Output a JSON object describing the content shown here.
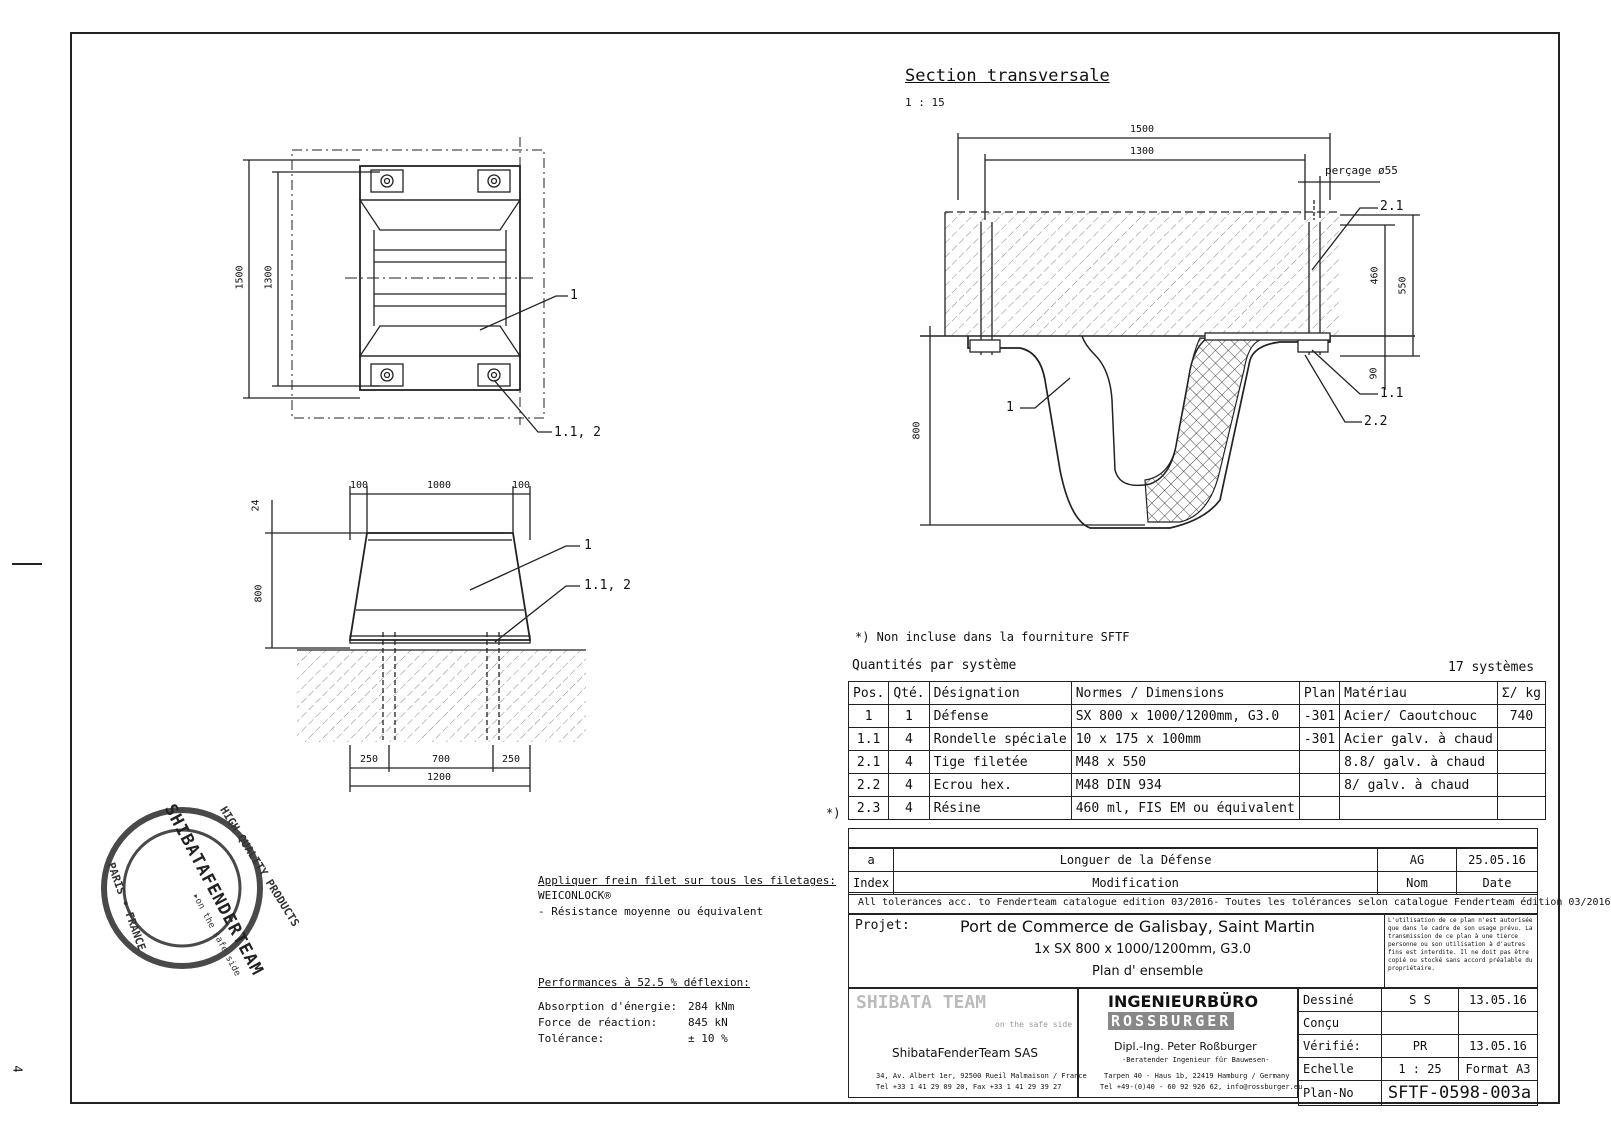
{
  "page_number": "4",
  "section": {
    "title": "Section transversale",
    "scale": "1 : 15",
    "dims": {
      "w1500": "1500",
      "w1300": "1300",
      "percage": "perçage ø55",
      "d460": "460",
      "d550": "550",
      "d90": "90",
      "d800": "800"
    },
    "labels": {
      "p1": "1",
      "p21": "2.1",
      "p11": "1.1",
      "p22": "2.2"
    }
  },
  "plan_view": {
    "d1500": "1500",
    "d1300": "1300",
    "label1": "1",
    "label112": "1.1, 2"
  },
  "elevation": {
    "d100a": "100",
    "d1000": "1000",
    "d100b": "100",
    "d24": "24",
    "d800": "800",
    "d250a": "250",
    "d700": "700",
    "d250b": "250",
    "d1200": "1200",
    "label1": "1",
    "label112": "1.1, 2"
  },
  "stamp": {
    "brand": "SHIBATAFENDERTEAM",
    "top": "HIGH QUALITY PRODUCTS",
    "left": "PARIS • FRANCE",
    "tag": "▸on the safe side"
  },
  "notes": {
    "frein_title": "Appliquer frein filet sur tous les filetages:",
    "frein_product": "WEICONLOCK®",
    "frein_detail": "- Résistance moyenne ou équivalent",
    "perf_title": "Performances à 52.5 % déflexion:",
    "perf_rows": [
      {
        "label": "Absorption d'énergie:",
        "value": "284 kNm"
      },
      {
        "label": "Force de réaction:",
        "value": "845 kN"
      },
      {
        "label": "Tolérance:",
        "value": "± 10 %"
      }
    ]
  },
  "bom": {
    "footnote": "*) Non incluse dans la fourniture SFTF",
    "title": "Quantités par système",
    "systems": "17 systèmes",
    "marker": "*)",
    "headers": [
      "Pos.",
      "Qté.",
      "Désignation",
      "Normes / Dimensions",
      "Plan",
      "Matériau",
      "Σ/ kg"
    ],
    "rows": [
      [
        "1",
        "1",
        "Défense",
        "SX 800 x 1000/1200mm, G3.0",
        "-301",
        "Acier/ Caoutchouc",
        "740"
      ],
      [
        "1.1",
        "4",
        "Rondelle spéciale",
        "10 x 175 x 100mm",
        "-301",
        "Acier galv. à chaud",
        ""
      ],
      [
        "2.1",
        "4",
        "Tige filetée",
        "M48 x 550",
        "",
        "8.8/ galv. à chaud",
        ""
      ],
      [
        "2.2",
        "4",
        "Ecrou hex.",
        "M48 DIN 934",
        "",
        "8/ galv. à chaud",
        ""
      ],
      [
        "2.3",
        "4",
        "Résine",
        "460 ml, FIS EM ou équivalent",
        "",
        "",
        ""
      ]
    ]
  },
  "revision": {
    "row": [
      "a",
      "Longuer de la Défense",
      "AG",
      "25.05.16"
    ],
    "header": [
      "Index",
      "Modification",
      "Nom",
      "Date"
    ]
  },
  "tolerance_note": "All tolerances acc. to Fenderteam catalogue edition 03/2016- Toutes les tolérances selon catalogue Fenderteam édition 03/2016",
  "project": {
    "label": "Projet:",
    "line1": "Port de Commerce de Galisbay, Saint Martin",
    "line2": "1x SX 800 x 1000/1200mm, G3.0",
    "line3": "Plan d' ensemble",
    "legal": "L'utilisation de ce plan n'est autorisée que dans le cadre de son usage prévu. La transmission de ce plan à une tierce personne ou son utilisation à d'autres fins est interdite. Il ne doit pas être copié ou stocké sans accord préalable du propriétaire."
  },
  "company": {
    "logo": "SHIBATA        TEAM",
    "tagline": "on the safe side",
    "name": "ShibataFenderTeam SAS",
    "address": "34, Av. Albert 1er, 92500 Rueil Malmaison / France",
    "phone": "Tel +33 1 41 29 09 20, Fax +33 1 41 29 39 27"
  },
  "engineer": {
    "title": "INGENIEURBÜRO",
    "name_logo": "ROSSBURGER",
    "person": "Dipl.-Ing. Peter Roßburger",
    "role": "-Beratender Ingenieur für Bauwesen-",
    "address": "Tarpen 40 - Haus 1b, 22419 Hamburg / Germany",
    "phone": "Tel +49-(0)40 - 60 92 926 62, info@rossburger.eu"
  },
  "signoff": [
    {
      "label": "Dessiné",
      "who": "S S",
      "date": "13.05.16"
    },
    {
      "label": "Conçu",
      "who": "",
      "date": ""
    },
    {
      "label": "Vérifié:",
      "who": "PR",
      "date": "13.05.16"
    },
    {
      "label": "Echelle",
      "who": "1 : 25",
      "date": "Format A3"
    }
  ],
  "plan_no": {
    "label": "Plan-No",
    "value": "SFTF-0598-003a"
  }
}
